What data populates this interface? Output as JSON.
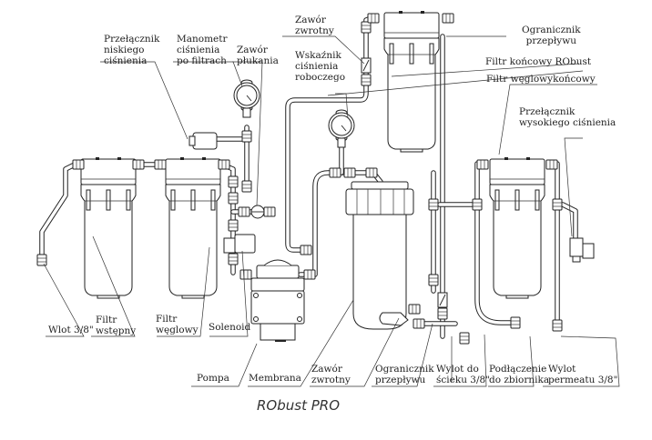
{
  "diagram": {
    "title": "RObust PRO",
    "labels": {
      "low_pressure_switch": [
        "Przełącznik",
        "niskiego",
        "ciśnienia"
      ],
      "post_filter_gauge": [
        "Manometr",
        "ciśnienia",
        "po filtrach"
      ],
      "flush_valve": [
        "Zawór",
        "płukania"
      ],
      "check_valve_top": [
        "Zawór",
        "zwrotny"
      ],
      "working_pressure_gauge": [
        "Wskaźnik",
        "ciśnienia",
        "roboczego"
      ],
      "flow_restrictor_top": [
        "Ogranicznik",
        "przepływu"
      ],
      "final_filter_robust": [
        "Filtr końcowy RObust"
      ],
      "carbon_final_filter": [
        "Filtr węglowykońcowy"
      ],
      "high_pressure_switch": [
        "Przełącznik",
        "wysokiego ciśnienia"
      ],
      "inlet": [
        "Wlot 3/8\""
      ],
      "pre_filter": [
        "Filtr",
        "wstępny"
      ],
      "carbon_filter": [
        "Filtr",
        "węglowy"
      ],
      "solenoid": [
        "Solenoid"
      ],
      "pump": [
        "Pompa"
      ],
      "membrane": [
        "Membrana"
      ],
      "check_valve_bottom": [
        "Zawór",
        "zwrotny"
      ],
      "flow_restrictor_bottom": [
        "Ogranicznik",
        "przepływu"
      ],
      "drain_outlet": [
        "Wylot do",
        "ścieku 3/8\""
      ],
      "tank_connection": [
        "Podłączenie",
        "do zbiornika"
      ],
      "permeate_outlet": [
        "Wylot",
        "permeatu 3/8\""
      ]
    },
    "colors": {
      "line": "#222222",
      "background": "#ffffff",
      "caption": "#333333"
    }
  }
}
